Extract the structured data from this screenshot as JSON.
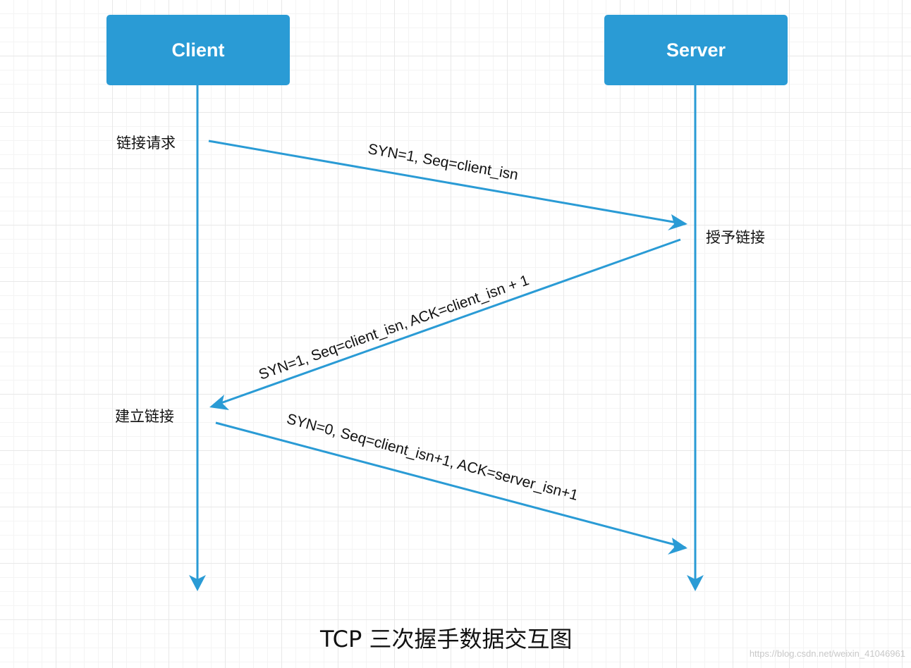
{
  "actors": {
    "client": "Client",
    "server": "Server"
  },
  "labels": {
    "connect_request": "链接请求",
    "grant_connection": "授予链接",
    "establish_connection": "建立链接"
  },
  "messages": {
    "syn": "SYN=1, Seq=client_isn",
    "syn_ack": "SYN=1, Seq=client_isn, ACK=client_isn + 1",
    "ack": "SYN=0, Seq=client_isn+1, ACK=server_isn+1"
  },
  "caption": "TCP 三次握手数据交互图",
  "watermark": "https://blog.csdn.net/weixin_41046961",
  "colors": {
    "accent": "#2a9bd5",
    "text": "#111111"
  }
}
